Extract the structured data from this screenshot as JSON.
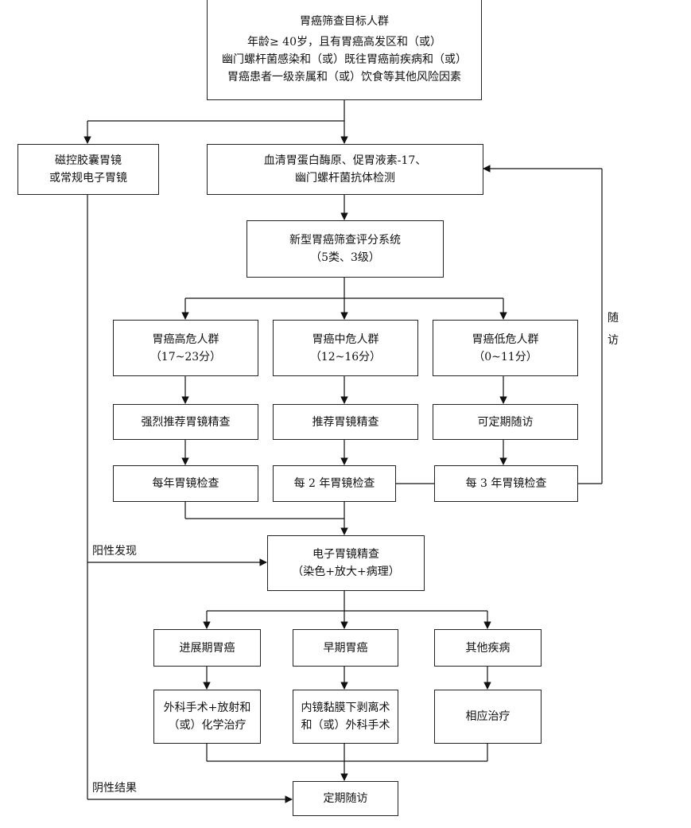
{
  "nodes": {
    "target": {
      "title": "胃癌筛查目标人群",
      "line1": "年龄≥ 40岁，且有胃癌高发区和（或）",
      "line2": "幽门螺杆菌感染和（或）既往胃癌前疾病和（或）",
      "line3": "胃癌患者一级亲属和（或）饮食等其他风险因素"
    },
    "capsule": {
      "line1": "磁控胶囊胃镜",
      "line2": "或常规电子胃镜"
    },
    "serum": {
      "line1": "血清胃蛋白酶原、促胃液素-17、",
      "line2": "幽门螺杆菌抗体检测"
    },
    "scoring": {
      "line1": "新型胃癌筛查评分系统",
      "line2": "（5类、3级）"
    },
    "high": {
      "line1": "胃癌高危人群",
      "line2": "（17~23分）",
      "rec": "强烈推荐胃镜精查",
      "freq": "每年胃镜检查"
    },
    "mid": {
      "line1": "胃癌中危人群",
      "line2": "（12~16分）",
      "rec": "推荐胃镜精查",
      "freq": "每 2 年胃镜检查"
    },
    "low": {
      "line1": "胃癌低危人群",
      "line2": "（0~11分）",
      "rec": "可定期随访",
      "freq": "每 3 年胃镜检查"
    },
    "endo": {
      "line1": "电子胃镜精查",
      "line2": "（染色+放大+病理）"
    },
    "advanced": {
      "label": "进展期胃癌",
      "tx1": "外科手术+放射和",
      "tx2": "（或）化学治疗"
    },
    "early": {
      "label": "早期胃癌",
      "tx1": "内镜黏膜下剥离术",
      "tx2": "和（或）外科手术"
    },
    "other": {
      "label": "其他疾病",
      "tx": "相应治疗"
    },
    "followup": {
      "label": "定期随访"
    }
  },
  "edge_labels": {
    "positive": "阳性发现",
    "negative": "阴性结果",
    "followup_side_1": "随",
    "followup_side_2": "访"
  }
}
